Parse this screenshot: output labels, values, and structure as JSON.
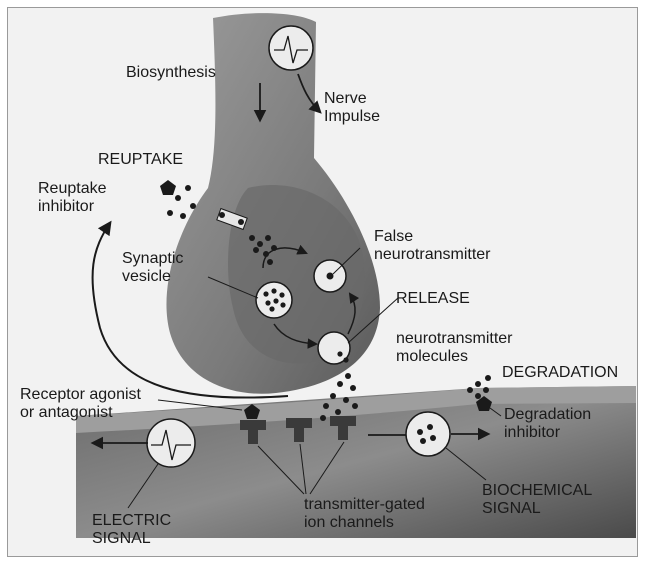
{
  "labels": {
    "biosynthesis": "Biosynthesis",
    "nerve_impulse": "Nerve\nImpulse",
    "reuptake": "REUPTAKE",
    "reuptake_inhibitor": "Reuptake\ninhibitor",
    "synaptic_vesicle": "Synaptic\nvesicle",
    "false_neurotransmitter": "False\nneurotransmitter",
    "release": "RELEASE",
    "neurotransmitter_molecules": "neurotransmitter\nmolecules",
    "degradation": "DEGRADATION",
    "receptor_agonist": "Receptor agonist\nor antagonist",
    "degradation_inhibitor": "Degradation\ninhibitor",
    "transmitter_gated": "transmitter-gated\nion channels",
    "biochemical_signal": "BIOCHEMICAL\nSIGNAL",
    "electric_signal": "ELECTRIC\nSIGNAL"
  },
  "colors": {
    "terminal": "#8a8a8a",
    "terminal_dark": "#5e5e5e",
    "membrane": "#6f6f6f",
    "ink": "#1a1a1a"
  }
}
